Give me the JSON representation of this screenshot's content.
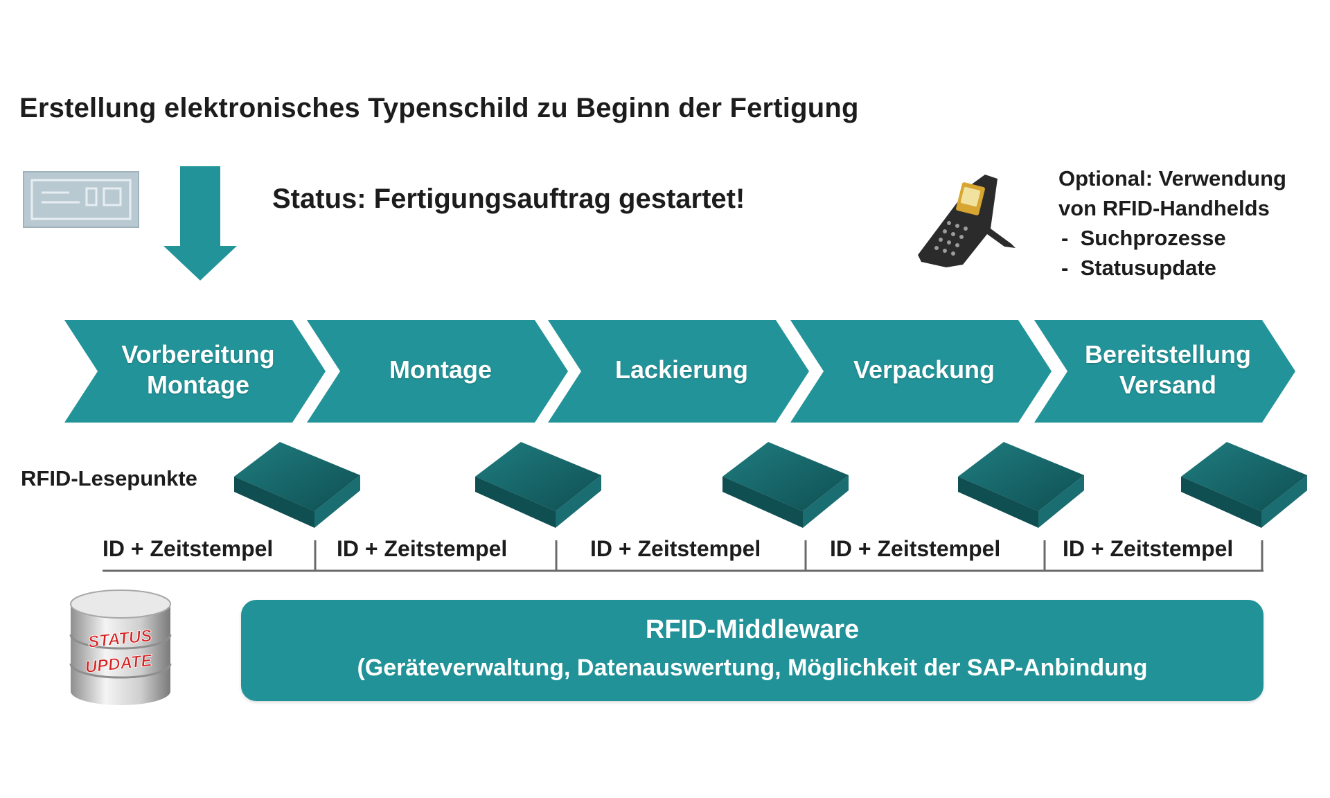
{
  "title": "Erstellung elektronisches Typenschild zu Beginn der Fertigung",
  "status_text": "Status: Fertigungsauftrag gestartet!",
  "optional": {
    "line1": "Optional: Verwendung",
    "line2": "von RFID-Handhelds",
    "items": [
      "Suchprozesse",
      "Statusupdate"
    ]
  },
  "process_steps": [
    {
      "line1": "Vorbereitung",
      "line2": "Montage"
    },
    {
      "line1": "Montage",
      "line2": ""
    },
    {
      "line1": "Lackierung",
      "line2": ""
    },
    {
      "line1": "Verpackung",
      "line2": ""
    },
    {
      "line1": "Bereitstellung",
      "line2": "Versand"
    }
  ],
  "rfid_readpoints_label": "RFID-Lesepunkte",
  "id_labels": [
    "ID + Zeitstempel",
    "ID + Zeitstempel",
    "ID + Zeitstempel",
    "ID + Zeitstempel",
    "ID + Zeitstempel"
  ],
  "database_label": {
    "line1": "STATUS",
    "line2": "UPDATE"
  },
  "middleware": {
    "title": "RFID-Middleware",
    "subtitle": "(Geräteverwaltung, Datenauswertung, Möglichkeit der SAP-Anbindung"
  },
  "colors": {
    "teal": "#229499",
    "dark_teal": "#135e62",
    "text": "#1c1c1c",
    "status_red": "#d42020"
  }
}
